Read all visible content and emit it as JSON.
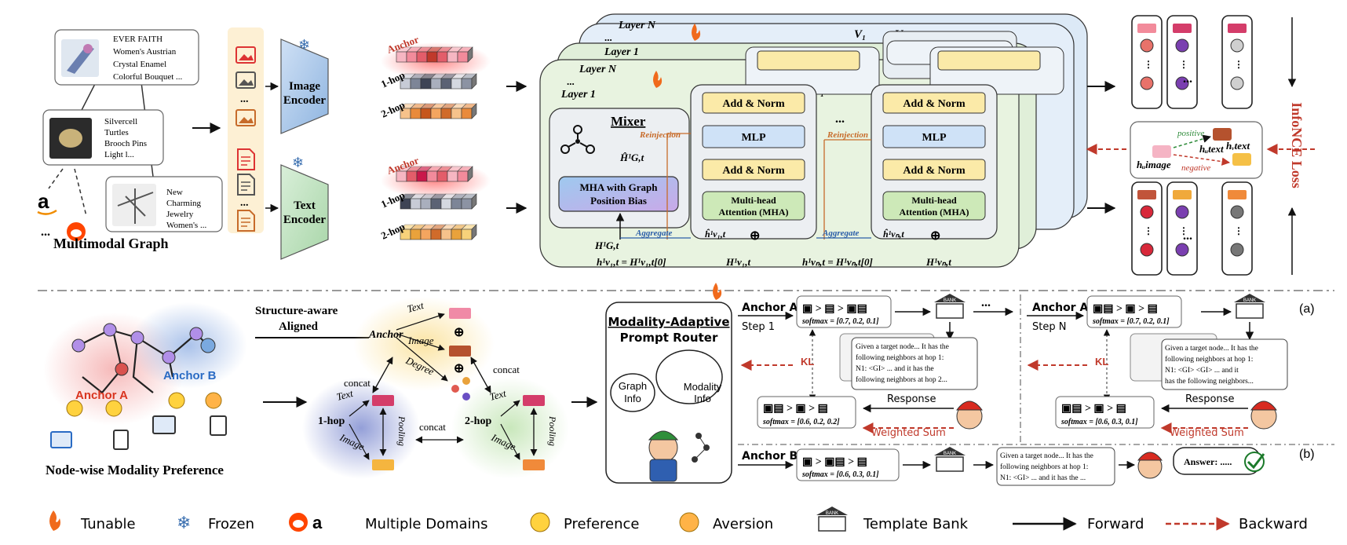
{
  "graph": {
    "title": "Multimodal Graph",
    "item1": [
      "EVER FAITH",
      "Women's Austrian",
      "Crystal Enamel",
      "Colorful Bouquet ..."
    ],
    "item2": [
      "Silvercell",
      "Turtles",
      "Brooch Pins",
      "Light l..."
    ],
    "item3": [
      "New",
      "Charming",
      "Jewelry",
      "Women's ..."
    ],
    "ellipsis": "..."
  },
  "encoders": {
    "image": [
      "Image",
      "Encoder"
    ],
    "text": [
      "Text",
      "Encoder"
    ]
  },
  "hops": {
    "anchor": "Anchor",
    "hop1": "1-hop",
    "hop2": "2-hop"
  },
  "transformer": {
    "layer_n": "Layer N",
    "layer_1": "Layer 1",
    "dots": "...",
    "mixer": "Mixer",
    "mha_graph": [
      "MHA with Graph",
      "Position Bias"
    ],
    "add_norm": "Add & Norm",
    "mlp": "MLP",
    "mha": [
      "Multi-head",
      "Attention (MHA)"
    ],
    "reinjection": "Reinjection",
    "aggregate": "Aggregate",
    "v1": "V₁",
    "vn": "Vₙ",
    "h_hat_g": "Ĥ¹G,t",
    "h_g": "H¹G,t",
    "h_hat_v1": "ĥ¹v₁,t",
    "h_hat_vn": "ĥ¹vₙ,t",
    "eq1": "h¹v₁,t = H¹v₁,t[0]",
    "eq2": "h¹vₙ,t = H¹vₙ,t[0]",
    "hin1": "H¹v₁,t",
    "hin2": "H¹vₙ,t"
  },
  "loss": {
    "label": "InfoNCE Loss",
    "positive": "positive",
    "negative": "negative",
    "h_image": "hᵤimage",
    "h_text_u": "hᵤtext",
    "h_text_v": "hᵥtext"
  },
  "preference": {
    "title": "Node-wise Modality Preference",
    "anchor_a": "Anchor A",
    "anchor_b": "Anchor B"
  },
  "aligned": {
    "label": [
      "Structure-aware",
      "Aligned"
    ],
    "anchor": "Anchor",
    "text": "Text",
    "image": "Image",
    "degree": "Degree",
    "concat": "concat",
    "hop1": "1-hop",
    "hop2": "2-hop",
    "pooling": "Pooling"
  },
  "router": {
    "title": [
      "Modality-Adaptive",
      "Prompt Router"
    ],
    "graph_info": [
      "Graph",
      "Info"
    ],
    "modality_info": [
      "Modality",
      "Info"
    ]
  },
  "flow": {
    "anchor_a": "Anchor A",
    "anchor_b": "Anchor B",
    "step1": "Step 1",
    "stepn": "Step N",
    "softmax1": "softmax = [0.7, 0.2, 0.1]",
    "softmax2": "softmax = [0.6, 0.2, 0.2]",
    "softmax3": "softmax = [0.7, 0.2, 0.1]",
    "softmax4": "softmax = [0.6, 0.3, 0.1]",
    "softmax5": "softmax = [0.6, 0.3, 0.1]",
    "kl": "KL",
    "response": "Response",
    "weighted_sum": "Weighted Sum",
    "bank": "BANK",
    "ellipsis": "...",
    "panel_a": "(a)",
    "panel_b": "(b)",
    "prompt_a": [
      "Given a target node... It has the",
      "following neighbors at hop 1:",
      "N1: <GI> ... and it has the",
      "following neighbors at hop 2..."
    ],
    "prompt_n": [
      "Given a target node... It has the",
      "following neighbors at hop 1:",
      "N1: <GI> <GI> ... and it",
      "has the following neighbors..."
    ],
    "prompt_b": [
      "Given a target node... It has the",
      "following neighbors at hop 1:",
      "N1: <GI> ... and it has the ..."
    ],
    "answer": "Answer: ....."
  },
  "legend": {
    "tunable": "Tunable",
    "frozen": "Frozen",
    "domains": "Multiple Domains",
    "preference": "Preference",
    "aversion": "Aversion",
    "template": "Template Bank",
    "forward": "Forward",
    "backward": "Backward"
  }
}
